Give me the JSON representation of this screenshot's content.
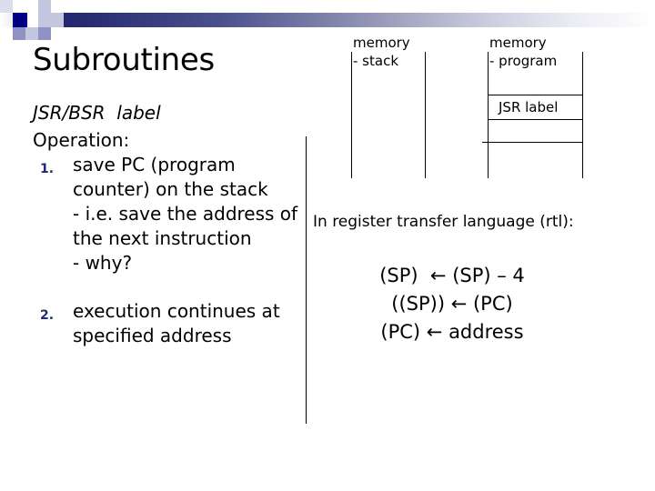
{
  "slide": {
    "title": "Subroutines",
    "instruction": "JSR/BSR  label",
    "operation_label": "Operation:",
    "steps": [
      {
        "marker": "1.",
        "text": "save PC (program counter) on the stack\n- i.e. save the address of the next instruction\n- why?"
      },
      {
        "marker": "2.",
        "text": "execution continues at specified address"
      }
    ]
  },
  "memory_stack": {
    "caption_line1": "memory",
    "caption_line2": "- stack"
  },
  "memory_program": {
    "caption_line1": "memory",
    "caption_line2": "- program",
    "cell_label": "JSR label"
  },
  "rtl": {
    "heading": "In register transfer language (rtl):",
    "lines": [
      "(SP)  ← (SP) – 4",
      "((SP)) ← (PC)",
      "(PC) ← address"
    ]
  },
  "colors": {
    "accent_navy": "#000080",
    "gradient_start": "#191970",
    "gradient_end": "#ffffff",
    "marker_blue": "#1f2a74",
    "text": "#000000",
    "background": "#ffffff"
  }
}
